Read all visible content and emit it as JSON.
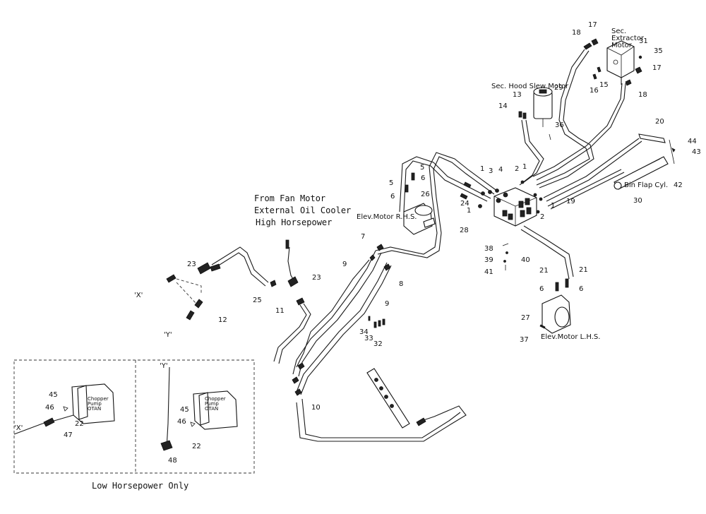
{
  "labels": {
    "sec_extractor_motor": "Sec. Extractor Motor",
    "sec_hood_slew_motor": "Sec. Hood Slew Motor",
    "bin_flap_cyl": "Bin Flap Cyl.",
    "elev_motor_rhs": "Elev.Motor R.H.S.",
    "elev_motor_lhs": "Elev.Motor L.H.S.",
    "fan_motor_line1": "From Fan Motor",
    "fan_motor_line2": "External Oil Cooler",
    "fan_motor_line3": "High Horsepower",
    "low_hp": "Low Horsepower Only",
    "pump_label_left": "Chopper Pump OTAN",
    "pump_label_right": "Chopper Pump OTAN",
    "conn_x": "'X'",
    "conn_y": "'Y'"
  },
  "part_numbers": {
    "p1": "1",
    "p2": "2",
    "p3": "3",
    "p4": "4",
    "p5": "5",
    "p6": "6",
    "p7": "7",
    "p8": "8",
    "p9": "9",
    "p10": "10",
    "p11": "11",
    "p12": "12",
    "p13": "13",
    "p14": "14",
    "p15": "15",
    "p16": "16",
    "p17": "17",
    "p18": "18",
    "p19": "19",
    "p20": "20",
    "p21": "21",
    "p22": "22",
    "p23": "23",
    "p24": "24",
    "p25": "25",
    "p26": "26",
    "p27": "27",
    "p28": "28",
    "p29": "29",
    "p30": "30",
    "p31": "31",
    "p32": "32",
    "p33": "33",
    "p34": "34",
    "p35": "35",
    "p36": "36",
    "p37": "37",
    "p38": "38",
    "p39": "39",
    "p40": "40",
    "p41": "41",
    "p42": "42",
    "p43": "43",
    "p44": "44",
    "p45": "45",
    "p46": "46",
    "p47": "47",
    "p48": "48"
  }
}
